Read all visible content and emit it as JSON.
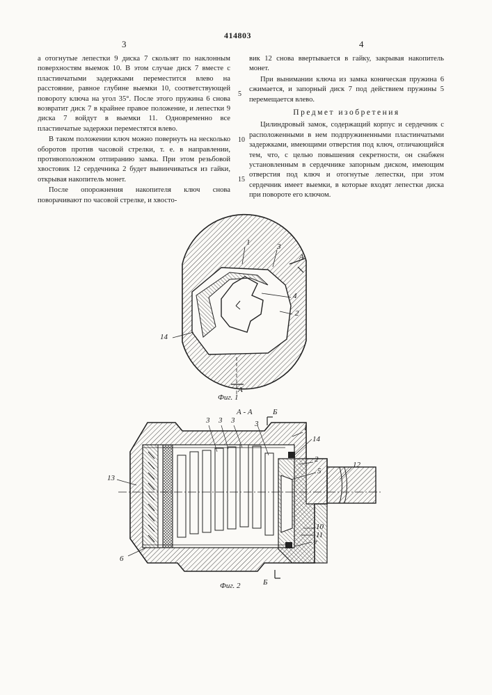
{
  "header": {
    "page_left": "3",
    "page_right": "4",
    "patent_number": "414803"
  },
  "left_column": {
    "p1": "а отогнутые лепестки 9 диска 7 скользят по наклонным поверхностям выемок 10. В этом случае диск 7 вместе с пластинчатыми задержками переместится влево на расстояние, равное глубине выемки 10, соответствующей повороту ключа на угол 35°. После этого пружина 6 снова возвратит диск 7 в крайнее правое положение, и лепестки 9 диска 7 войдут в выемки 11. Одновременно все пластинчатые задержки переместятся влево.",
    "p2": "В таком положении ключ можно повернуть на несколько оборотов против часовой стрелки, т. е. в направлении, противоположном отпиранию замка. При этом резьбовой хвостовик 12 сердечника 2 будет вывинчиваться из гайки, открывая накопитель монет.",
    "p3": "После опорожнения накопителя ключ снова поворачивают по часовой стрелке, и хвосто-"
  },
  "right_column": {
    "p1": "вик 12 снова ввертывается в гайку, закрывая накопитель монет.",
    "p2": "При вынимании ключа из замка коническая пружина 6 сжимается, и запорный диск 7 под действием пружины 5 перемещается влево.",
    "heading": "Предмет изобретения",
    "p3": "Цилиндровый замок, содержащий корпус и сердечник с расположенными в нем подпружиненными пластинчатыми задержками, имеющими отверстия под ключ, отличающийся тем, что, с целью повышения секретности, он снабжен установленным в сердечнике запорным диском, имеющим отверстия под ключ и отогнутые лепестки, при этом сердечник имеет выемки, в которые входят лепестки диска при повороте его ключом."
  },
  "line_numbers": [
    "5",
    "10",
    "15"
  ],
  "figure1": {
    "caption": "Фиг. 1",
    "section_mark": "А",
    "section_mark_bottom": "А",
    "labels": [
      "1",
      "3",
      "4",
      "2",
      "14"
    ]
  },
  "figure2": {
    "caption": "Фиг. 2",
    "section_title": "А - А",
    "section_mark_top": "Б",
    "section_mark_bottom": "Б",
    "labels": [
      "3",
      "3",
      "3",
      "3",
      "1",
      "14",
      "2",
      "12",
      "13",
      "5",
      "10",
      "11",
      "7",
      "6"
    ]
  }
}
